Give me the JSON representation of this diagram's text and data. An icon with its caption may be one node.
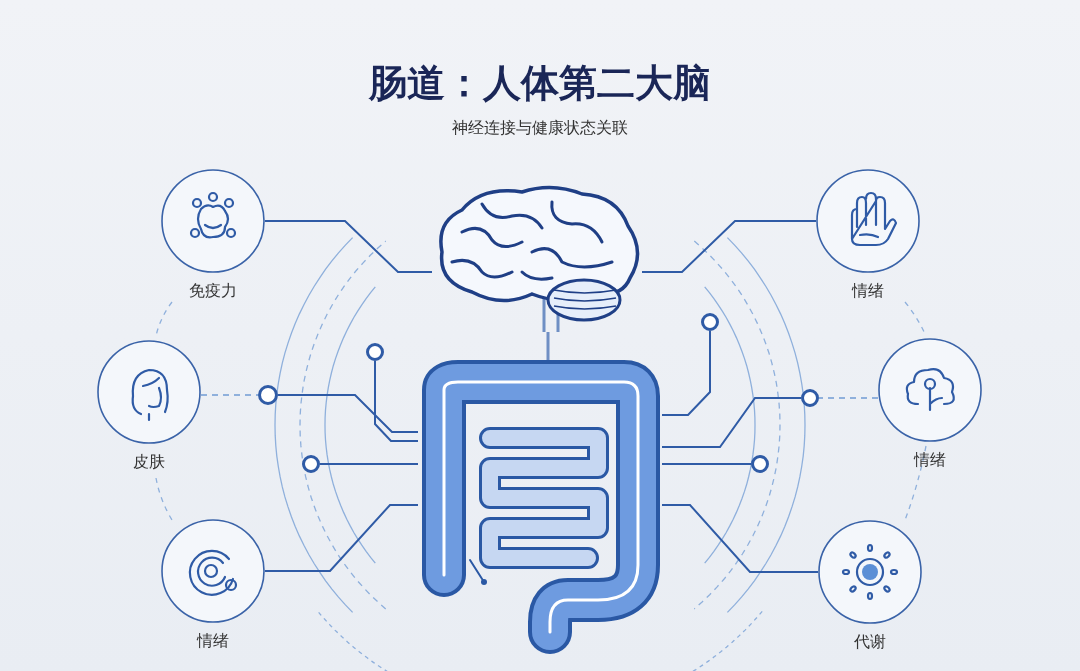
{
  "diagram": {
    "title": "肠道：人体第二大脑",
    "nodes": [
      {
        "text": [],
        "shape": "picture"
      },
      {
        "text": [],
        "shape": "picture"
      },
      {
        "text": [
          "免疫力"
        ]
      },
      {
        "text": [
          "皮肤"
        ]
      },
      {
        "text": [
          "情绪"
        ]
      },
      {
        "text": [
          "情绪"
        ]
      },
      {
        "text": [
          "情绪"
        ]
      },
      {
        "text": [
          "代谢"
        ]
      },
      {
        "text": [],
        "shape": "circle"
      },
      {
        "text": [],
        "shape": "circle"
      },
      {
        "text": [],
        "shape": "circle"
      },
      {
        "text": [],
        "shape": "circle"
      },
      {
        "text": [],
        "shape": "circle"
      },
      {
        "text": [],
        "shape": "circle"
      }
    ],
    "edges": [
      {
        "from": 2,
        "to": 0,
        "arrow": "none"
      },
      {
        "from": 5,
        "to": 0,
        "arrow": "none"
      },
      {
        "from": 3,
        "to": 8,
        "arrow": "none",
        "style": "dashed",
        "color": "#8fb0dc"
      },
      {
        "from": 8,
        "to": 1,
        "arrow": "none"
      },
      {
        "from": 10,
        "to": 1,
        "arrow": "none"
      },
      {
        "from": 9,
        "to": 1,
        "arrow": "none"
      },
      {
        "from": 4,
        "to": 1,
        "arrow": "none"
      },
      {
        "from": 11,
        "to": 1,
        "arrow": "none"
      },
      {
        "from": 12,
        "to": 1,
        "arrow": "none"
      },
      {
        "from": 6,
        "to": 12,
        "arrow": "none",
        "style": "dashed",
        "color": "#8fb0dc"
      },
      {
        "from": 13,
        "to": 1,
        "arrow": "none"
      },
      {
        "from": 7,
        "to": 1,
        "arrow": "none"
      },
      {
        "from": 0,
        "to": 1,
        "arrow": "none"
      }
    ],
    "labels": [
      "神经连接与健康状态关联"
    ]
  }
}
